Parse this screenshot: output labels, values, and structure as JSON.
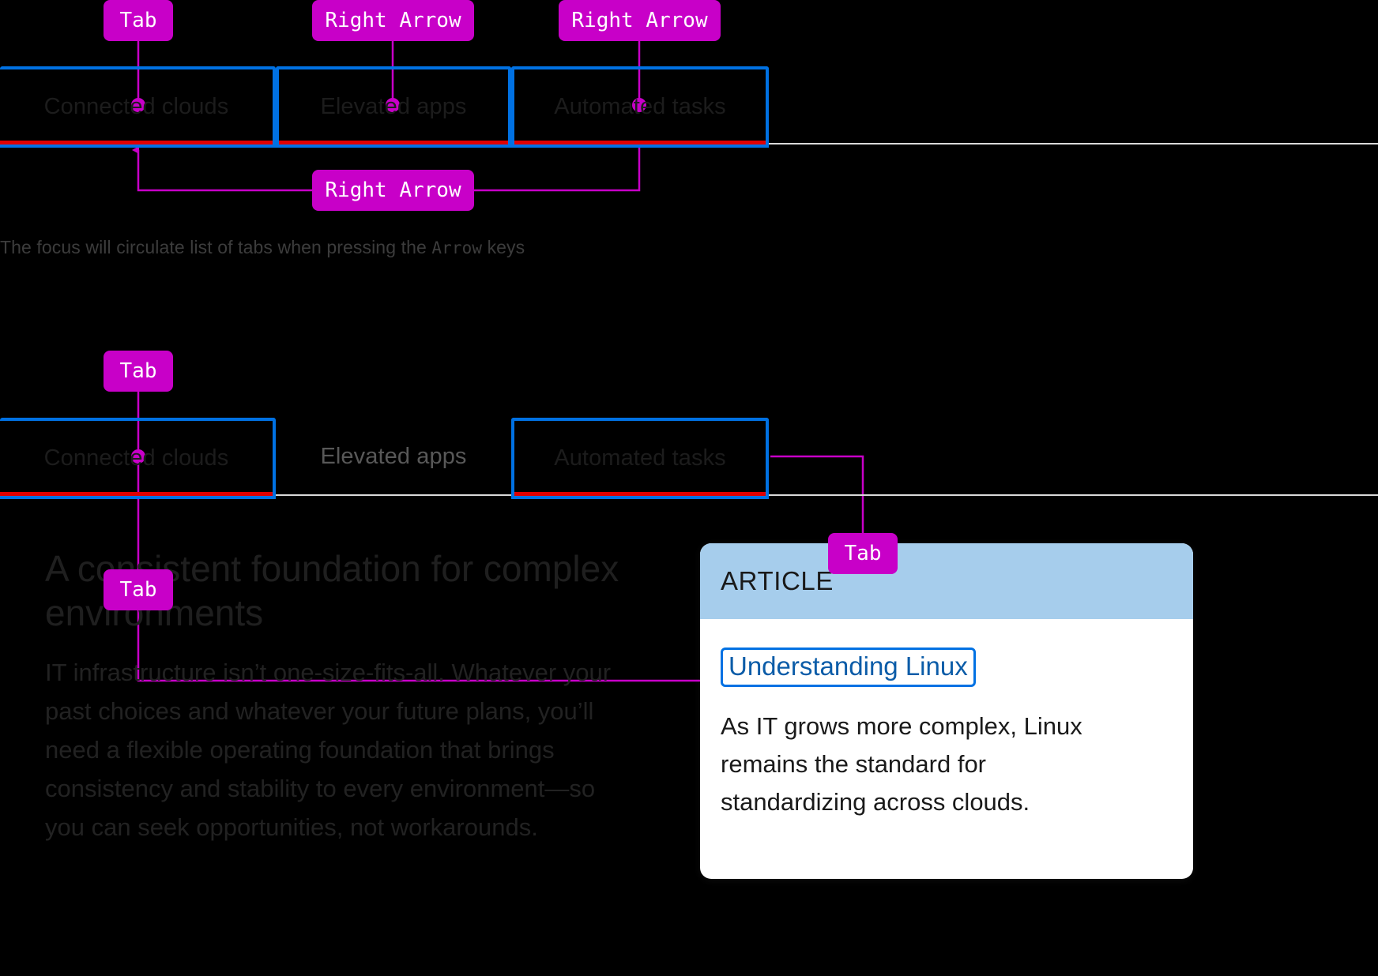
{
  "colors": {
    "background": "#000000",
    "key_chip": "#c800c8",
    "focus_ring": "#0071e3",
    "active_underline": "#e00000",
    "card_header": "#a6cdec",
    "card_surface": "#ffffff",
    "link": "#0b5ca8",
    "connector": "#c800c8"
  },
  "section_one": {
    "name": "arrow-key-circulation",
    "tabs": [
      {
        "label": "Connected clouds",
        "focused": true,
        "active": true
      },
      {
        "label": "Elevated apps",
        "focused": true,
        "active": true
      },
      {
        "label": "Automated tasks",
        "focused": true,
        "active": true
      }
    ],
    "keys": [
      {
        "label": "Tab",
        "target": "Connected clouds"
      },
      {
        "label": "Right Arrow",
        "target": "Elevated apps"
      },
      {
        "label": "Right Arrow",
        "target": "Automated tasks"
      },
      {
        "label": "Right Arrow",
        "target": "Connected clouds"
      }
    ],
    "caption_prefix": "The focus will circulate list of tabs when pressing the ",
    "caption_kbd": "Arrow",
    "caption_suffix": " keys"
  },
  "section_two": {
    "name": "tab-key-into-panel",
    "tabs": [
      {
        "label": "Connected clouds",
        "focused": true,
        "active": true
      },
      {
        "label": "Elevated apps",
        "focused": false,
        "active": false
      },
      {
        "label": "Automated tasks",
        "focused": true,
        "active": true
      }
    ],
    "keys": [
      {
        "label": "Tab",
        "target": "Connected clouds"
      },
      {
        "label": "Tab",
        "target": "panel-body-link"
      },
      {
        "label": "Tab",
        "target": "card-link"
      }
    ],
    "panel": {
      "heading": "A consistent foundation for complex environments",
      "body": "IT infrastructure isn’t one-size-fits-all. Whatever your past choices and whatever your future plans, you’ll need a flexible operating foundation that brings consistency and stability to every environment—so you can seek opportunities, not workarounds."
    },
    "card": {
      "eyebrow": "ARTICLE",
      "link": "Understanding Linux",
      "text": "As IT grows more complex, Linux remains the standard for standardizing across clouds."
    }
  }
}
